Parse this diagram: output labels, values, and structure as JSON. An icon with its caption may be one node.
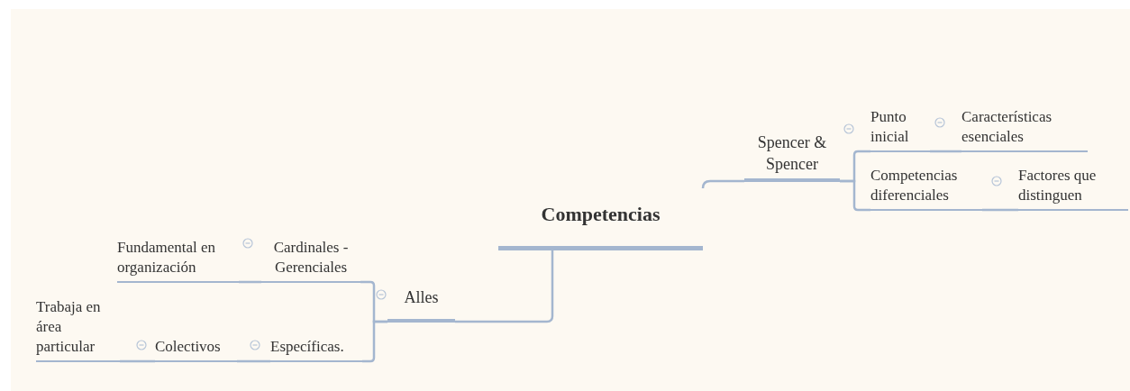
{
  "diagram": {
    "nodes": [
      {
        "text": [
          "Competencias"
        ]
      },
      {
        "text": [
          "Spencer & Spencer"
        ]
      },
      {
        "text": [
          "Punto inicial"
        ]
      },
      {
        "text": [
          "Características esenciales"
        ]
      },
      {
        "text": [
          "Competencias diferenciales"
        ]
      },
      {
        "text": [
          "Factores que distinguen"
        ]
      },
      {
        "text": [
          "Alles"
        ]
      },
      {
        "text": [
          "Fundamental en organización"
        ]
      },
      {
        "text": [
          "Cardinales - Gerenciales"
        ]
      },
      {
        "text": [
          "Trabaja en área particular"
        ]
      },
      {
        "text": [
          "Colectivos"
        ]
      },
      {
        "text": [
          "Específicas."
        ]
      }
    ],
    "edges": [
      {
        "from": 0,
        "to": 1,
        "arrow": "none"
      },
      {
        "from": 1,
        "to": 2,
        "arrow": "none"
      },
      {
        "from": 2,
        "to": 3,
        "arrow": "none"
      },
      {
        "from": 1,
        "to": 4,
        "arrow": "none"
      },
      {
        "from": 4,
        "to": 5,
        "arrow": "none"
      },
      {
        "from": 0,
        "to": 6,
        "arrow": "none"
      },
      {
        "from": 6,
        "to": 8,
        "arrow": "none"
      },
      {
        "from": 8,
        "to": 7,
        "arrow": "none"
      },
      {
        "from": 6,
        "to": 11,
        "arrow": "none"
      },
      {
        "from": 11,
        "to": 10,
        "arrow": "none"
      },
      {
        "from": 10,
        "to": 9,
        "arrow": "none"
      }
    ]
  }
}
